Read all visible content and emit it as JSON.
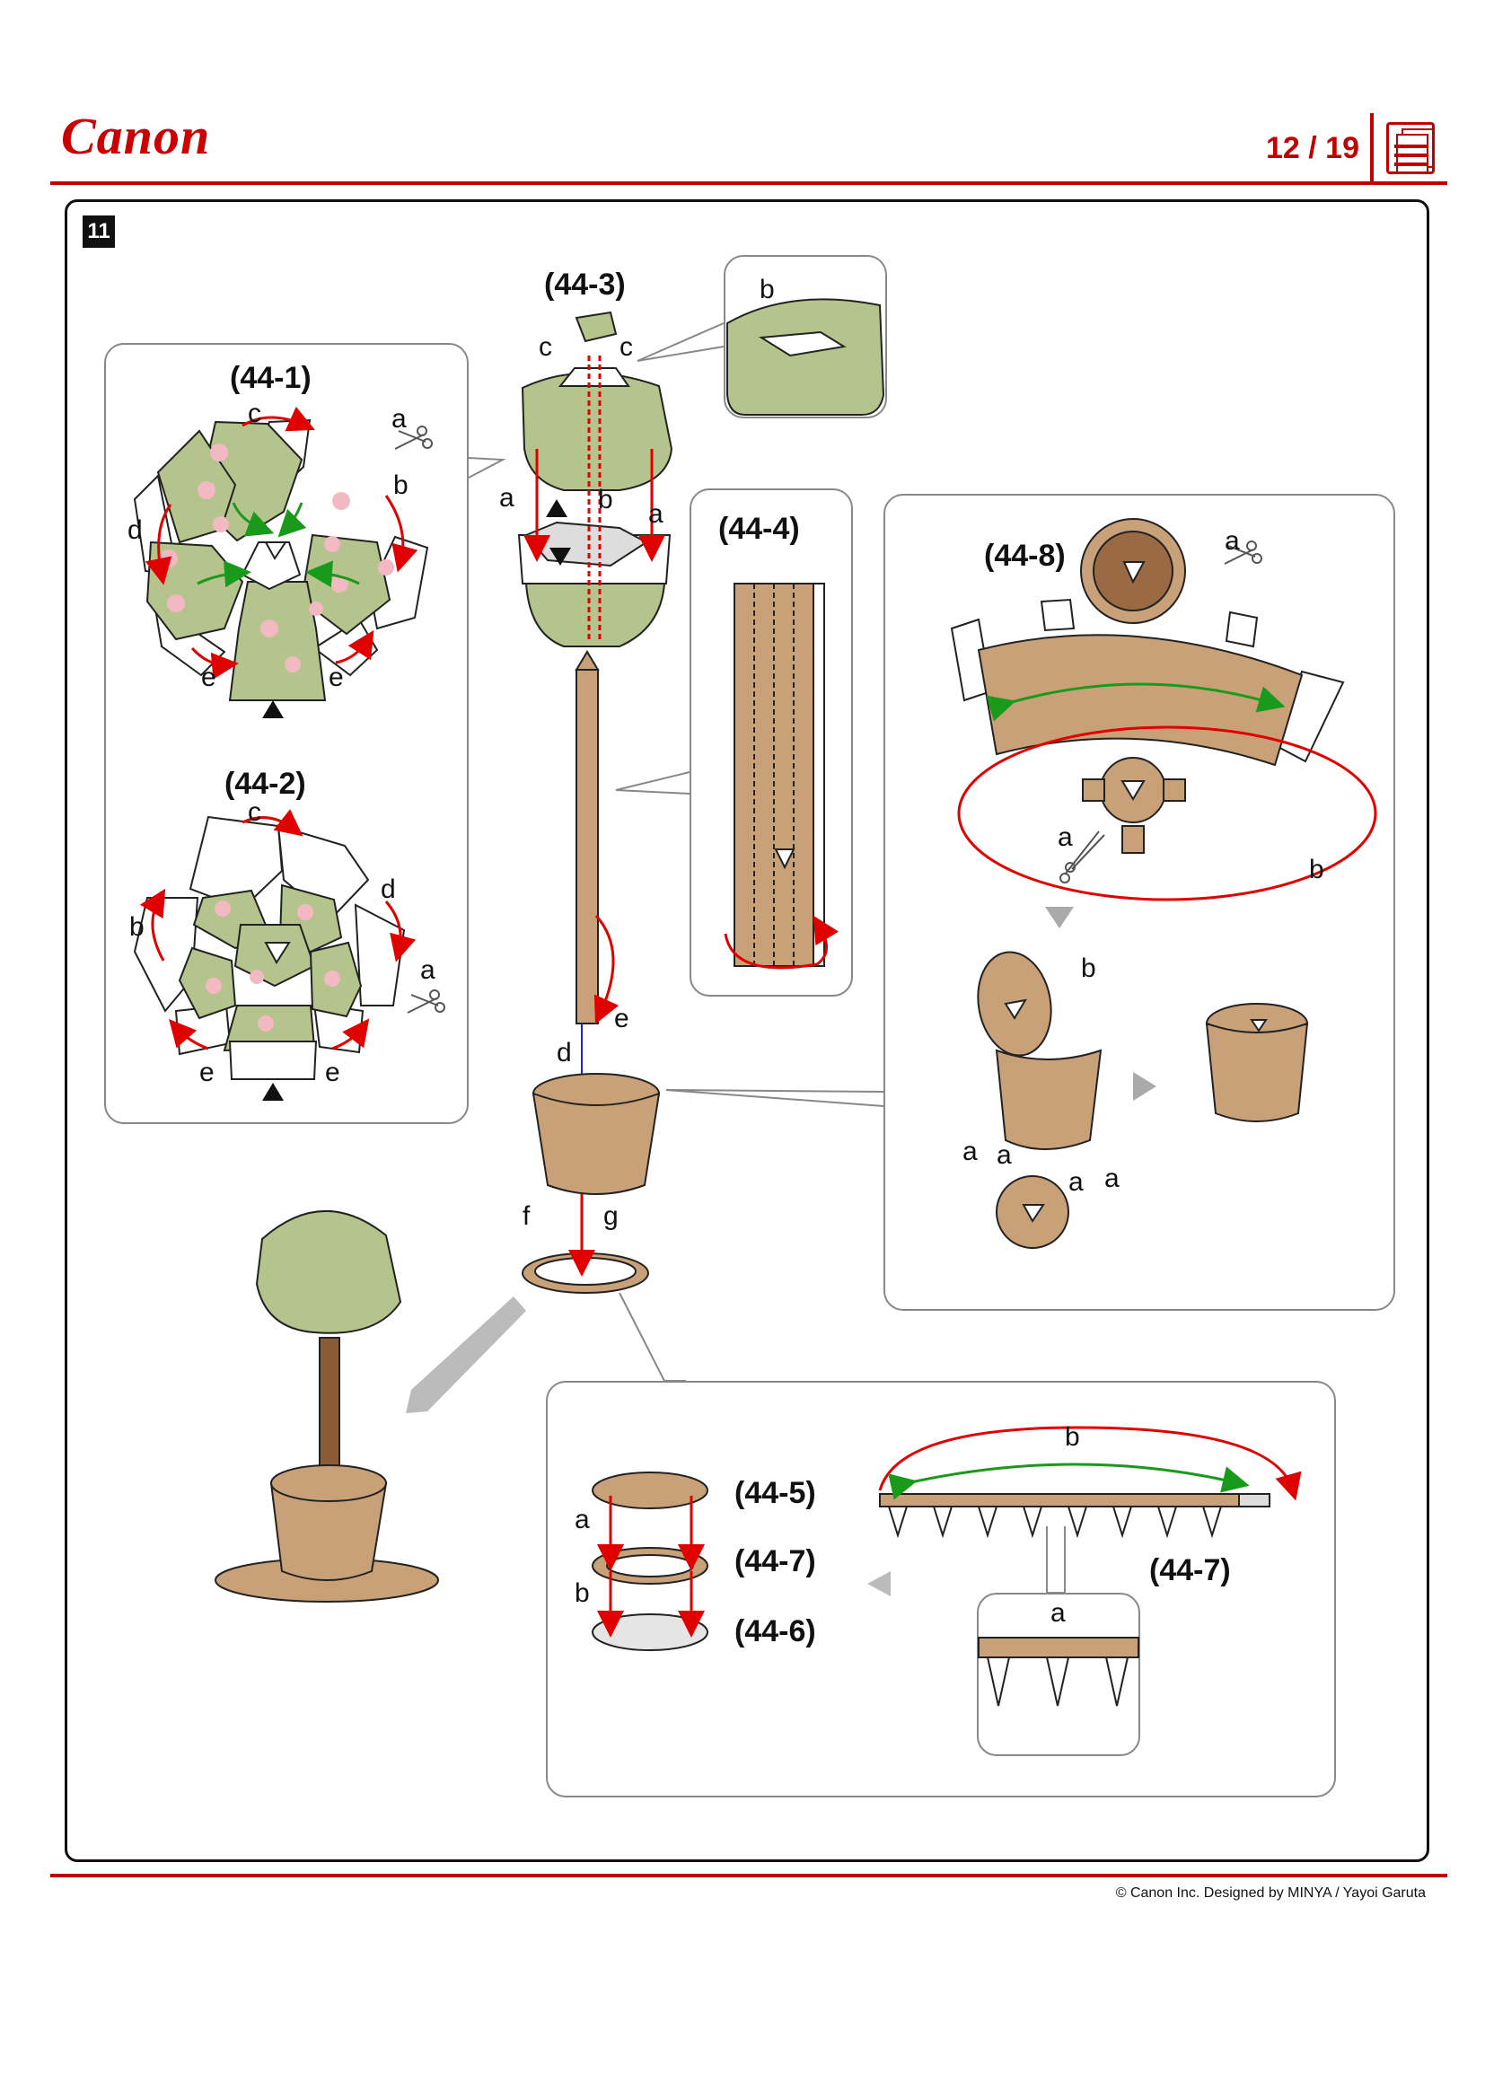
{
  "header": {
    "brand": "Canon",
    "page_indicator": "12 / 19",
    "menu_icon": "page-list-icon",
    "accent_color": "#c00000"
  },
  "step": {
    "number": "11"
  },
  "parts": {
    "p44_1": "(44-1)",
    "p44_2": "(44-2)",
    "p44_3": "(44-3)",
    "p44_4": "(44-4)",
    "p44_5": "(44-5)",
    "p44_6": "(44-6)",
    "p44_7a": "(44-7)",
    "p44_7b": "(44-7)",
    "p44_8": "(44-8)"
  },
  "letters": {
    "a": "a",
    "b": "b",
    "c": "c",
    "d": "d",
    "e": "e",
    "f": "f",
    "g": "g"
  },
  "icons": [
    "scissors-icon",
    "fold-direction-icon",
    "next-step-arrow-icon"
  ],
  "colors": {
    "leaf_green": "#b5c48c",
    "blossom_pink": "#f2b9c2",
    "cardboard": "#c8a178",
    "trunk_brown": "#8b5a36",
    "guide_red": "#e00000",
    "guide_green": "#1a9a1a"
  },
  "footer": {
    "credit": "© Canon Inc. Designed by MINYA / Yayoi Garuta"
  }
}
